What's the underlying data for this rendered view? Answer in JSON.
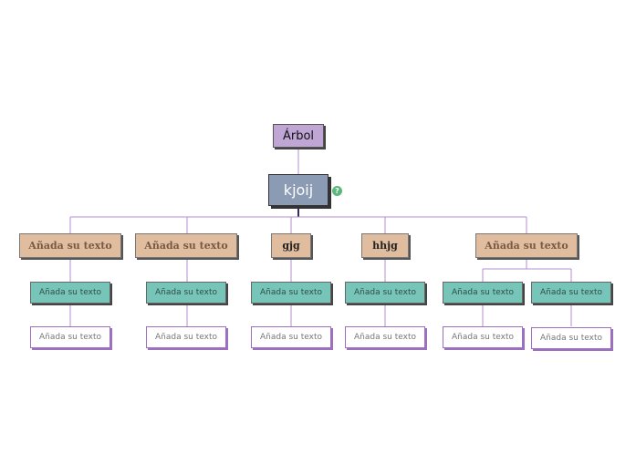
{
  "root": {
    "label": "Árbol"
  },
  "main": {
    "label": "kjoij",
    "help_icon": "?"
  },
  "colors": {
    "root": "#c0a6d4",
    "main": "#8b9bb4",
    "branch": "#e0bd9e",
    "leaf": "#77c4b8",
    "sub_leaf_border": "#9c6fc0",
    "connector": "#b48fd0"
  },
  "branches": [
    {
      "label": "Añada su texto",
      "child": "Añada su texto",
      "grandchild": "Añada su texto"
    },
    {
      "label": "Añada su texto",
      "child": "Añada su texto",
      "grandchild": "Añada su texto"
    },
    {
      "label": "gjg",
      "child": "Añada su texto",
      "grandchild": "Añada su texto"
    },
    {
      "label": "hhjg",
      "child": "Añada su texto",
      "grandchild": "Añada su texto"
    },
    {
      "label": "Añada su texto",
      "children": [
        {
          "label": "Añada su texto",
          "child": "Añada su texto"
        },
        {
          "label": "Añada su texto",
          "child": "Añada su texto"
        }
      ]
    }
  ]
}
